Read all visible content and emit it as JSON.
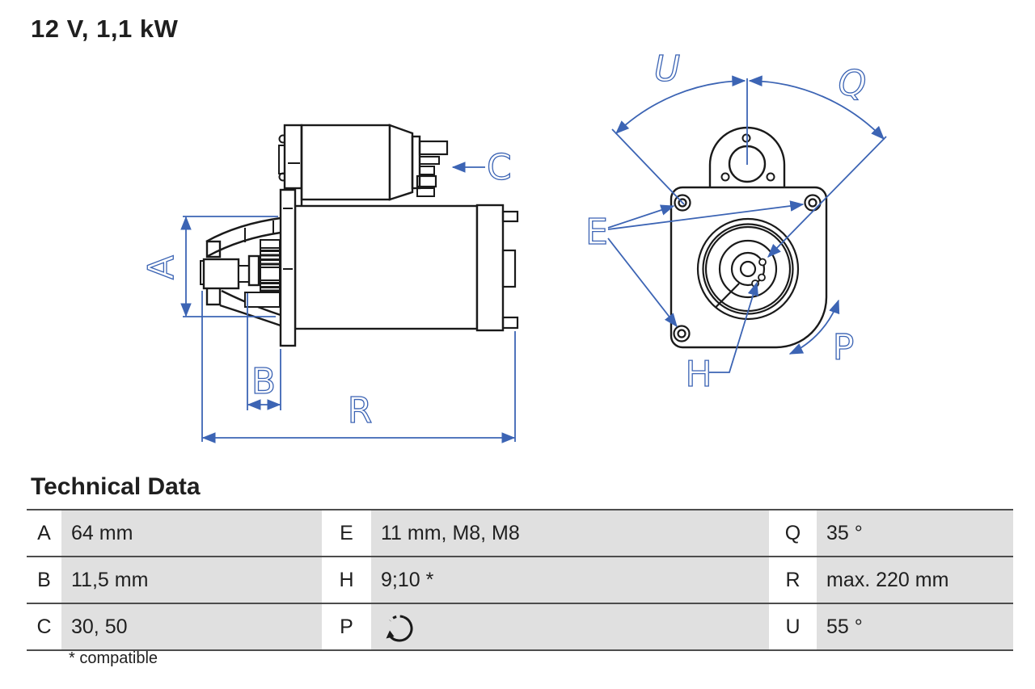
{
  "header": {
    "title": "12 V, 1,1 kW"
  },
  "drawing": {
    "colors": {
      "part_line": "#1a1a1a",
      "dimension": "#3c64b4"
    },
    "side_view": {
      "labels": {
        "a": "A",
        "b": "B",
        "c": "C",
        "r": "R"
      }
    },
    "front_view": {
      "labels": {
        "u": "U",
        "q": "Q",
        "e": "E",
        "h": "H",
        "p": "P"
      }
    }
  },
  "technical_data": {
    "heading": "Technical Data",
    "rows": [
      {
        "cells": [
          {
            "key": "A",
            "value": "64 mm"
          },
          {
            "key": "E",
            "value": "11 mm, M8, M8"
          },
          {
            "key": "Q",
            "value": "35 °"
          }
        ]
      },
      {
        "cells": [
          {
            "key": "B",
            "value": "11,5 mm"
          },
          {
            "key": "H",
            "value": "9;10 *"
          },
          {
            "key": "R",
            "value": "max. 220 mm"
          }
        ]
      },
      {
        "cells": [
          {
            "key": "C",
            "value": "30, 50"
          },
          {
            "key": "P",
            "value": "",
            "icon": "counterclockwise-rotation-icon"
          },
          {
            "key": "U",
            "value": "55 °"
          }
        ]
      }
    ],
    "footnote": "* compatible"
  }
}
